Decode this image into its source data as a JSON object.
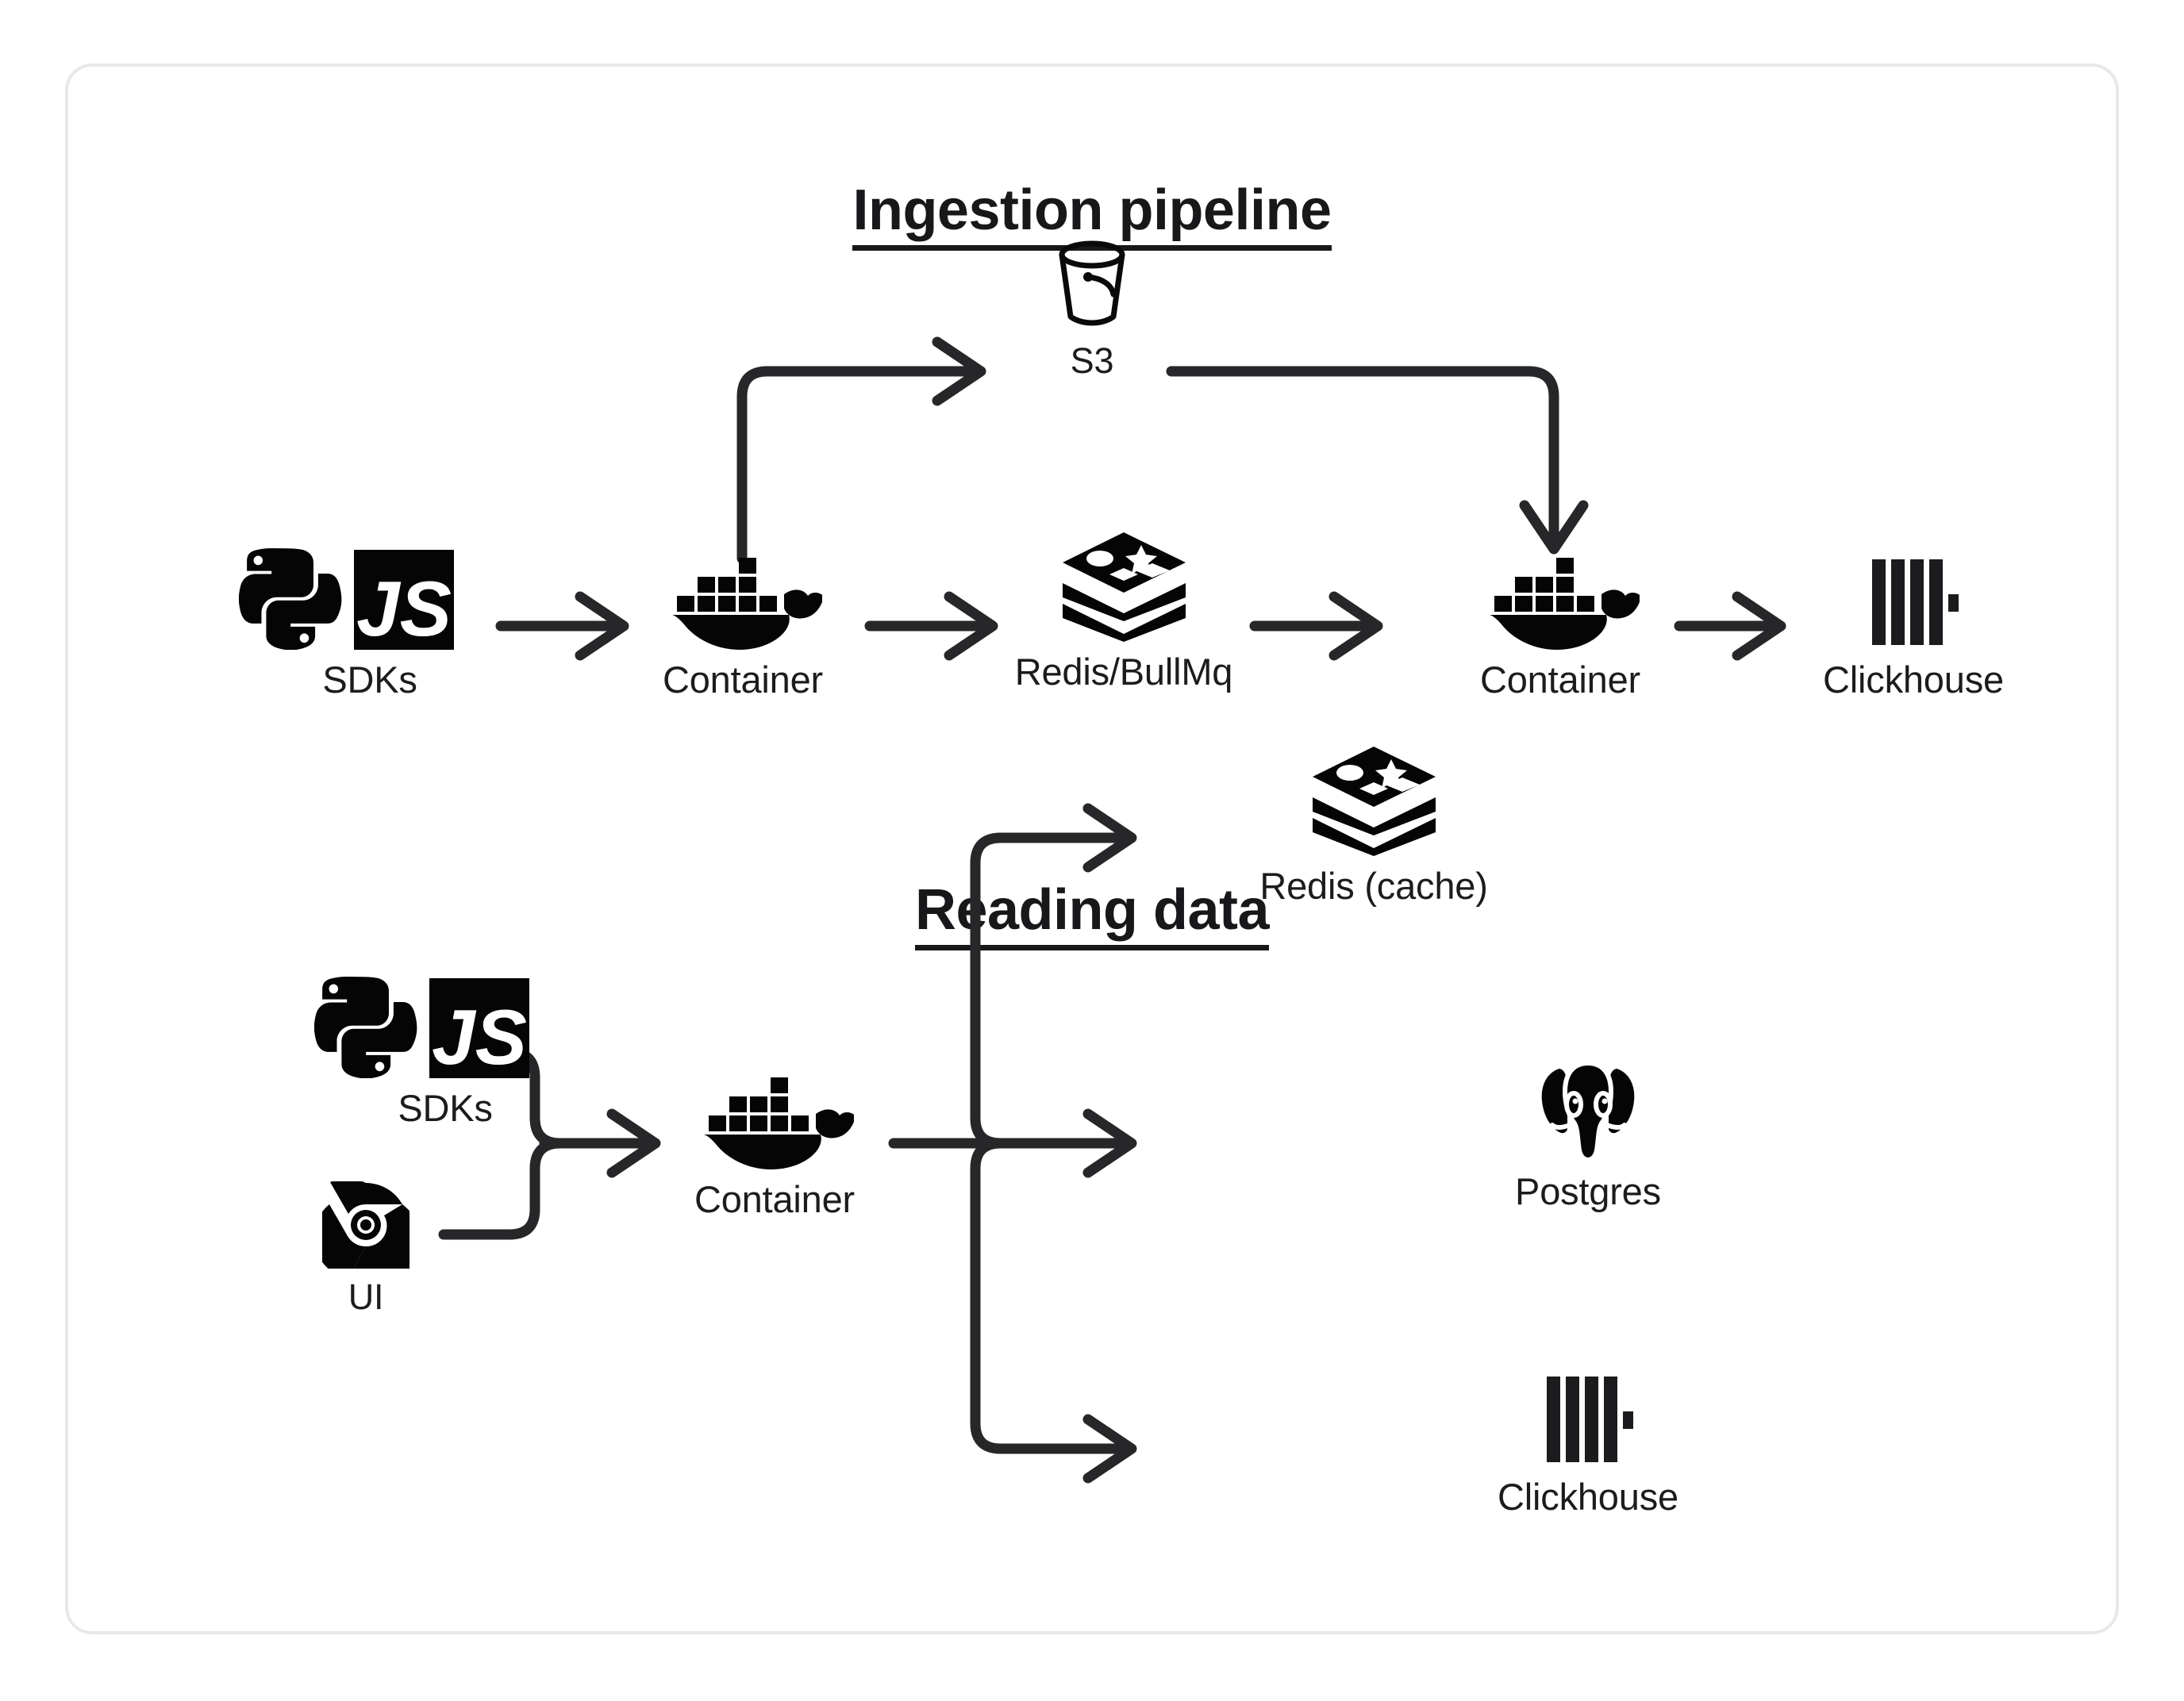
{
  "diagram": {
    "sections": [
      {
        "id": "ingestion",
        "title": "Ingestion pipeline",
        "nodes": [
          {
            "id": "sdks-1",
            "label": "SDKs",
            "icon": "python-js-logos-icon"
          },
          {
            "id": "container-1",
            "label": "Container",
            "icon": "docker-whale-icon"
          },
          {
            "id": "s3",
            "label": "S3",
            "icon": "s3-bucket-icon"
          },
          {
            "id": "redis-bullmq",
            "label": "Redis/BullMq",
            "icon": "redis-stack-icon"
          },
          {
            "id": "container-2",
            "label": "Container",
            "icon": "docker-whale-icon"
          },
          {
            "id": "clickhouse-1",
            "label": "Clickhouse",
            "icon": "clickhouse-bars-icon"
          }
        ],
        "edges": [
          {
            "from": "sdks-1",
            "to": "container-1",
            "style": "straight-arrow"
          },
          {
            "from": "container-1",
            "to": "s3",
            "style": "elbow-up-arrow"
          },
          {
            "from": "container-1",
            "to": "redis-bullmq",
            "style": "straight-arrow"
          },
          {
            "from": "redis-bullmq",
            "to": "container-2",
            "style": "straight-arrow"
          },
          {
            "from": "s3",
            "to": "container-2",
            "style": "elbow-down-arrow"
          },
          {
            "from": "container-2",
            "to": "clickhouse-1",
            "style": "straight-arrow"
          }
        ]
      },
      {
        "id": "reading",
        "title": "Reading data",
        "nodes": [
          {
            "id": "sdks-2",
            "label": "SDKs",
            "icon": "python-js-logos-icon"
          },
          {
            "id": "ui",
            "label": "UI",
            "icon": "chrome-browser-icon"
          },
          {
            "id": "container-3",
            "label": "Container",
            "icon": "docker-whale-icon"
          },
          {
            "id": "redis-cache",
            "label": "Redis (cache)",
            "icon": "redis-stack-icon"
          },
          {
            "id": "postgres",
            "label": "Postgres",
            "icon": "postgres-elephant-icon"
          },
          {
            "id": "clickhouse-2",
            "label": "Clickhouse",
            "icon": "clickhouse-bars-icon"
          }
        ],
        "edges": [
          {
            "from": "sdks-2",
            "to": "container-3",
            "style": "merge-arrow"
          },
          {
            "from": "ui",
            "to": "container-3",
            "style": "merge-arrow"
          },
          {
            "from": "container-3",
            "to": "redis-cache",
            "style": "fanout-up-arrow"
          },
          {
            "from": "container-3",
            "to": "postgres",
            "style": "fanout-straight-arrow"
          },
          {
            "from": "container-3",
            "to": "clickhouse-2",
            "style": "fanout-down-arrow"
          }
        ]
      }
    ]
  },
  "colors": {
    "ink": "#18181b",
    "stroke": "#27272a",
    "card_border": "#e8e8e8",
    "background": "#ffffff"
  }
}
